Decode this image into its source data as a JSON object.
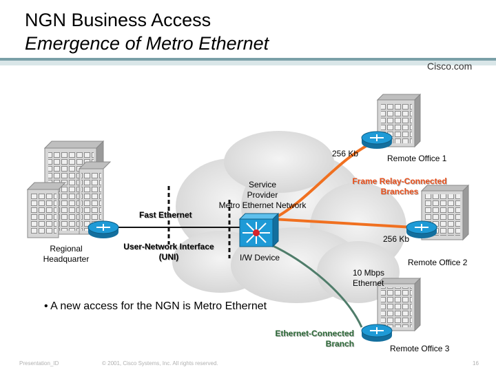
{
  "slide": {
    "title_line1": "NGN Business Access",
    "title_line2": "Emergence of Metro Ethernet",
    "brand": "Cisco.com"
  },
  "diagram": {
    "labels": {
      "link_256kb_top": "256 Kb",
      "remote_office_1": "Remote Office 1",
      "service_provider_line1": "Service",
      "service_provider_line2": "Provider",
      "service_provider_line3": "Metro Ethernet Network",
      "frame_relay_line1": "Frame Relay-Connected",
      "frame_relay_line2": "Branches",
      "fast_ethernet": "Fast Ethernet",
      "link_256kb_mid": "256 Kb",
      "regional_hq_line1": "Regional",
      "regional_hq_line2": "Headquarter",
      "uni_line1": "User-Network Interface",
      "uni_line2": "(UNI)",
      "iw_device": "I/W Device",
      "remote_office_2": "Remote Office 2",
      "link_10mbps_line1": "10 Mbps",
      "link_10mbps_line2": "Ethernet",
      "ethernet_branch_line1": "Ethernet-Connected",
      "ethernet_branch_line2": "Branch",
      "remote_office_3": "Remote Office 3"
    },
    "colors": {
      "frame_relay_link": "#f07020",
      "ethernet_link": "#4f7d6a",
      "router": "#1e9ad6",
      "switch": "#1e9ad6",
      "cloud": "#e6e6e6"
    }
  },
  "bullet": "• A new access for the NGN is Metro Ethernet",
  "footer": {
    "left": "Presentation_ID",
    "center": "© 2001, Cisco Systems, Inc. All rights reserved.",
    "page": "16"
  }
}
